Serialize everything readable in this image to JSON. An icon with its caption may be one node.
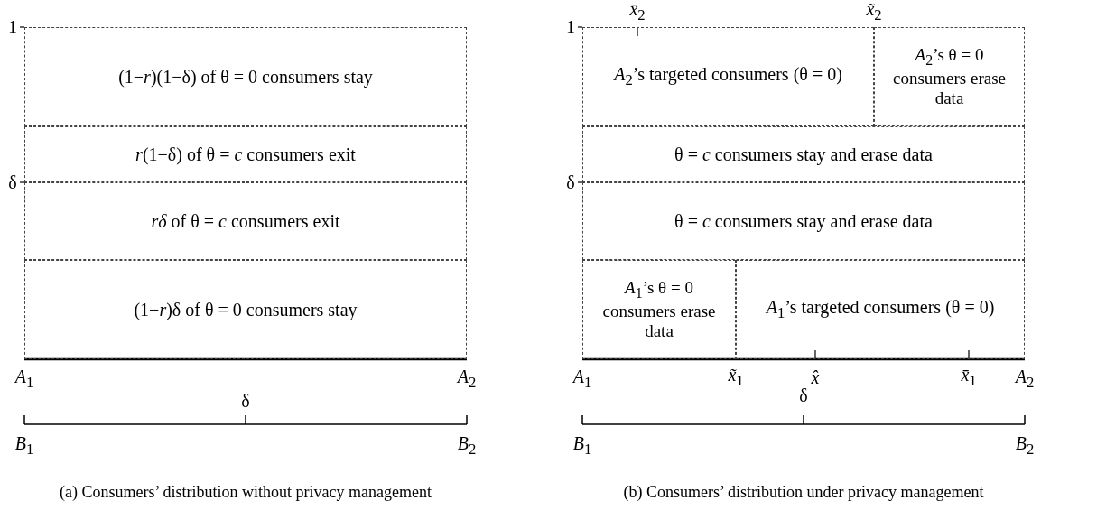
{
  "diagram": {
    "nodes": [
      {
        "text": [
          "(1−*r*)(1−δ) of θ = 0 consumers stay"
        ]
      },
      {
        "text": [
          "*r*(1−δ) of θ = *c* consumers exit"
        ]
      },
      {
        "text": [
          "*rδ* of θ = *c* consumers exit"
        ]
      },
      {
        "text": [
          "(1−*r*)δ of θ = 0 consumers stay"
        ]
      },
      {
        "text": [
          "*A*$_{2}$’s targeted consumers (θ = 0)"
        ]
      },
      {
        "text": [
          "*A*$_{2}$’s θ = 0 consumers erase data"
        ]
      },
      {
        "text": [
          "θ = *c* consumers stay and erase data"
        ]
      },
      {
        "text": [
          "θ = *c* consumers stay and erase data"
        ]
      },
      {
        "text": [
          "*A*$_{1}$’s θ = 0 consumers erase data"
        ]
      },
      {
        "text": [
          "*A*$_{1}$’s targeted consumers (θ = 0)"
        ]
      }
    ],
    "labels": [
      "1",
      "δ",
      "*A*$_{1}$",
      "*A*$_{2}$",
      "δ",
      "*B*$_{1}$",
      "*B*$_{2}$",
      "*x̄*$_{2}$",
      "*x̃*$_{2}$",
      "1",
      "δ",
      "*A*$_{1}$",
      "*x̃*$_{1}$",
      "*x̂*",
      "*x̄*$_{1}$",
      "*A*$_{2}$",
      "δ",
      "*B*$_{1}$",
      "*B*$_{2}$",
      "(a) Consumers’ distribution without privacy management",
      "(b) Consumers’ distribution under privacy management"
    ]
  }
}
